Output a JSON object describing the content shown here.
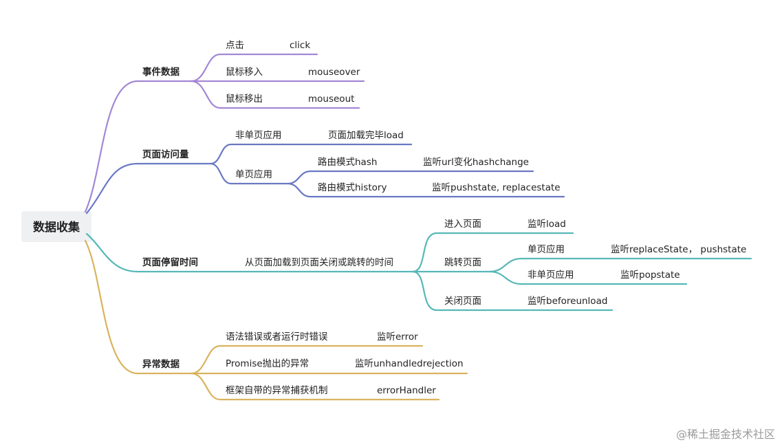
{
  "colors": {
    "purple": "#a487d6",
    "blue": "#6a78c2",
    "teal": "#55b8b7",
    "gold": "#d9b35d"
  },
  "root": "数据收集",
  "branches": {
    "event": {
      "label": "事件数据",
      "items": [
        {
          "label": "点击",
          "value": "click"
        },
        {
          "label": "鼠标移入",
          "value": "mouseover"
        },
        {
          "label": "鼠标移出",
          "value": "mouseout"
        }
      ]
    },
    "pv": {
      "label": "页面访问量",
      "nonspa": {
        "label": "非单页应用",
        "value": "页面加载完毕load"
      },
      "spa": {
        "label": "单页应用",
        "items": [
          {
            "label": "路由模式hash",
            "value": "监听url变化hashchange"
          },
          {
            "label": "路由模式history",
            "value": "监听pushstate, replacestate"
          }
        ]
      }
    },
    "stay": {
      "label": "页面停留时间",
      "desc": "从页面加载到页面关闭或跳转的时间",
      "enter": {
        "label": "进入页面",
        "value": "监听load"
      },
      "jump": {
        "label": "跳转页面",
        "items": [
          {
            "label": "单页应用",
            "value": "监听replaceState， pushstate"
          },
          {
            "label": "非单页应用",
            "value": "监听popstate"
          }
        ]
      },
      "close": {
        "label": "关闭页面",
        "value": "监听beforeunload"
      }
    },
    "error": {
      "label": "异常数据",
      "items": [
        {
          "label": "语法错误或者运行时错误",
          "value": "监听error"
        },
        {
          "label": "Promise抛出的异常",
          "value": "监听unhandledrejection"
        },
        {
          "label": "框架自带的异常捕获机制",
          "value": "errorHandler"
        }
      ]
    }
  },
  "watermark": "@稀土掘金技术社区"
}
